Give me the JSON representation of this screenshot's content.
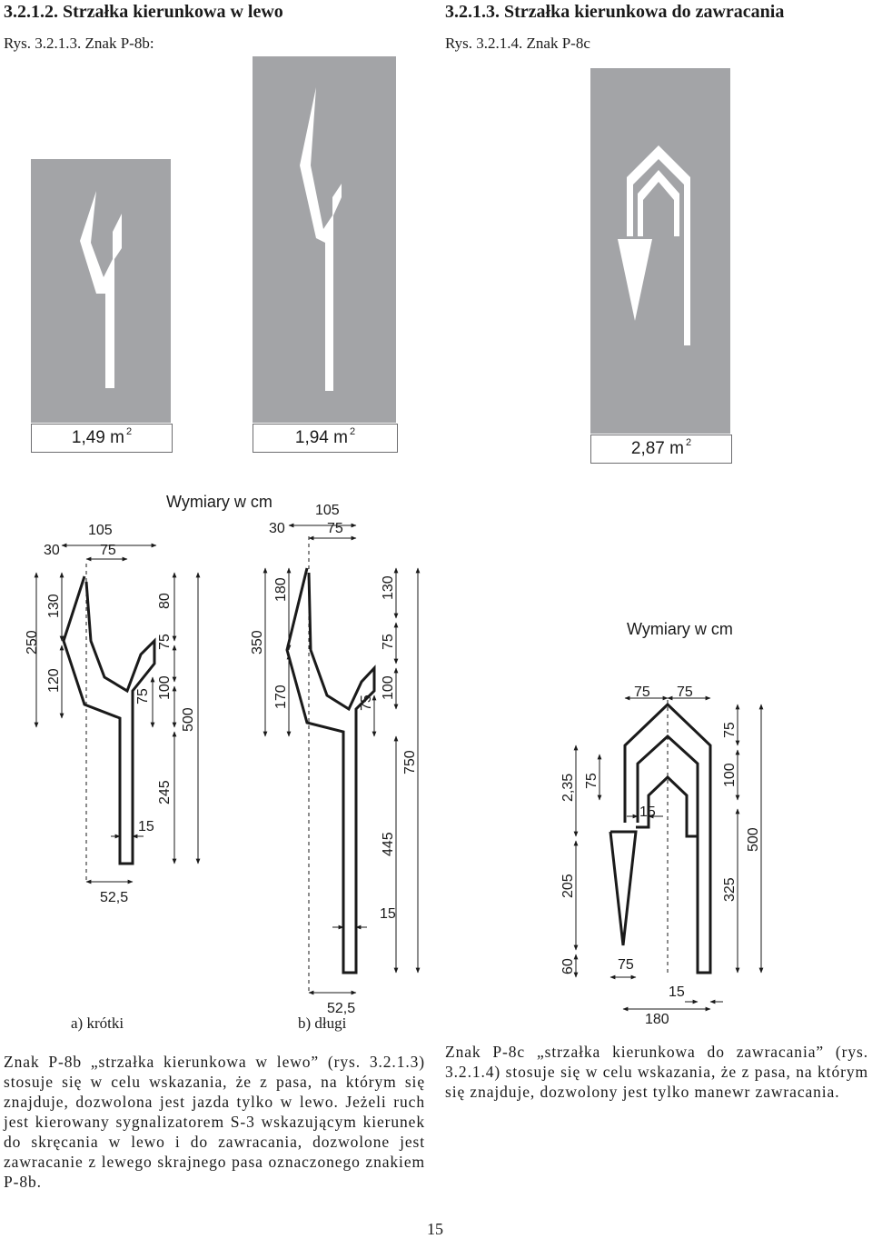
{
  "left_section": {
    "heading": "3.2.1.2. Strzałka kierunkowa w lewo",
    "figure_caption": "Rys. 3.2.1.3. Znak P-8b:",
    "areas": [
      "1,49 m",
      "1,94 m"
    ],
    "area_exponent": "2",
    "units_label": "Wymiary w cm",
    "sublabels": [
      "a) krótki",
      "b) długi"
    ],
    "paragraph": "Znak P-8b „strzałka kierunkowa w lewo” (rys. 3.2.1.3) stosuje się w celu wskazania, że z pasa, na którym się znajduje, dozwolona jest jazda tylko w lewo. Jeżeli ruch jest kierowany sygnalizatorem S-3 wskazującym kierunek do skręcania w lewo i do zawracania, dozwolone jest zawracanie z lewego skrajnego pasa oznaczonego znakiem P-8b.",
    "dims_short": [
      "105",
      "30",
      "75",
      "250",
      "130",
      "120",
      "80",
      "75",
      "75",
      "100",
      "500",
      "245",
      "15",
      "52,5"
    ],
    "dims_long": [
      "105",
      "30",
      "75",
      "180",
      "350",
      "170",
      "130",
      "75",
      "75",
      "100",
      "750",
      "445",
      "15",
      "52,5"
    ]
  },
  "right_section": {
    "heading": "3.2.1.3. Strzałka kierunkowa do zawracania",
    "figure_caption": "Rys. 3.2.1.4. Znak P-8c",
    "area": "2,87 m",
    "area_exponent": "2",
    "units_label": "Wymiary w cm",
    "paragraph": "Znak P-8c „strzałka kierunkowa do zawracania” (rys. 3.2.1.4) stosuje się w celu wskazania, że z pasa, na którym się znajduje, dozwolony jest tylko manewr zawracania.",
    "dims": [
      "75",
      "75",
      "75",
      "2,35",
      "75",
      "100",
      "15",
      "500",
      "205",
      "325",
      "60",
      "75",
      "15",
      "180"
    ]
  },
  "page_number": "15",
  "colors": {
    "road": "#a3a4a7",
    "marking": "#ffffff",
    "ink": "#1a1a1a"
  }
}
